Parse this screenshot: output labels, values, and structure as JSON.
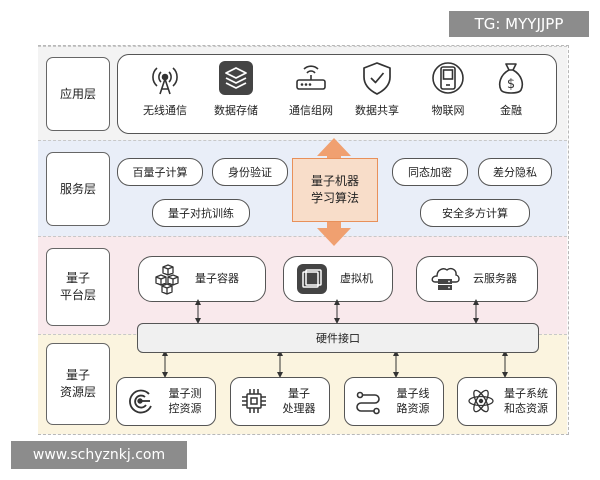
{
  "watermarks": {
    "top_right": "TG: MYYJJPP",
    "bottom_left": "www.schyznkj.com"
  },
  "layers": [
    {
      "label": "应用层"
    },
    {
      "label": "服务层"
    },
    {
      "label": "量子\n平台层"
    },
    {
      "label": "量子\n资源层"
    }
  ],
  "application": {
    "items": [
      {
        "label": "无线通信",
        "icon": "antenna-icon"
      },
      {
        "label": "数据存储",
        "icon": "layers-stack-icon"
      },
      {
        "label": "通信组网",
        "icon": "router-icon"
      },
      {
        "label": "数据共享",
        "icon": "shield-check-icon"
      },
      {
        "label": "物联网",
        "icon": "iot-device-icon"
      },
      {
        "label": "金融",
        "icon": "money-bag-icon"
      }
    ]
  },
  "service": {
    "items": [
      {
        "label": "百量子计算"
      },
      {
        "label": "身份验证"
      },
      {
        "label": "同态加密"
      },
      {
        "label": "差分隐私"
      },
      {
        "label": "量子对抗训练"
      },
      {
        "label": "安全多方计算"
      }
    ],
    "center": "量子机器\n学习算法"
  },
  "platform": {
    "items": [
      {
        "label": "量子容器",
        "icon": "container-cubes-icon"
      },
      {
        "label": "虚拟机",
        "icon": "virtual-machine-icon"
      },
      {
        "label": "云服务器",
        "icon": "cloud-server-icon"
      }
    ],
    "interface": "硬件接口"
  },
  "resources": {
    "items": [
      {
        "label": "量子测\n控资源",
        "icon": "measure-control-icon"
      },
      {
        "label": "量子\n处理器",
        "icon": "processor-chip-icon"
      },
      {
        "label": "量子线\n路资源",
        "icon": "circuit-line-icon"
      },
      {
        "label": "量子系统\n和态资源",
        "icon": "atom-icon"
      }
    ]
  },
  "colors": {
    "app_band": "#f3f3f3",
    "service_band": "#e9eef8",
    "platform_band": "#f9e9ec",
    "resource_band": "#fbf4df",
    "accent_orange": "#f0a070"
  }
}
